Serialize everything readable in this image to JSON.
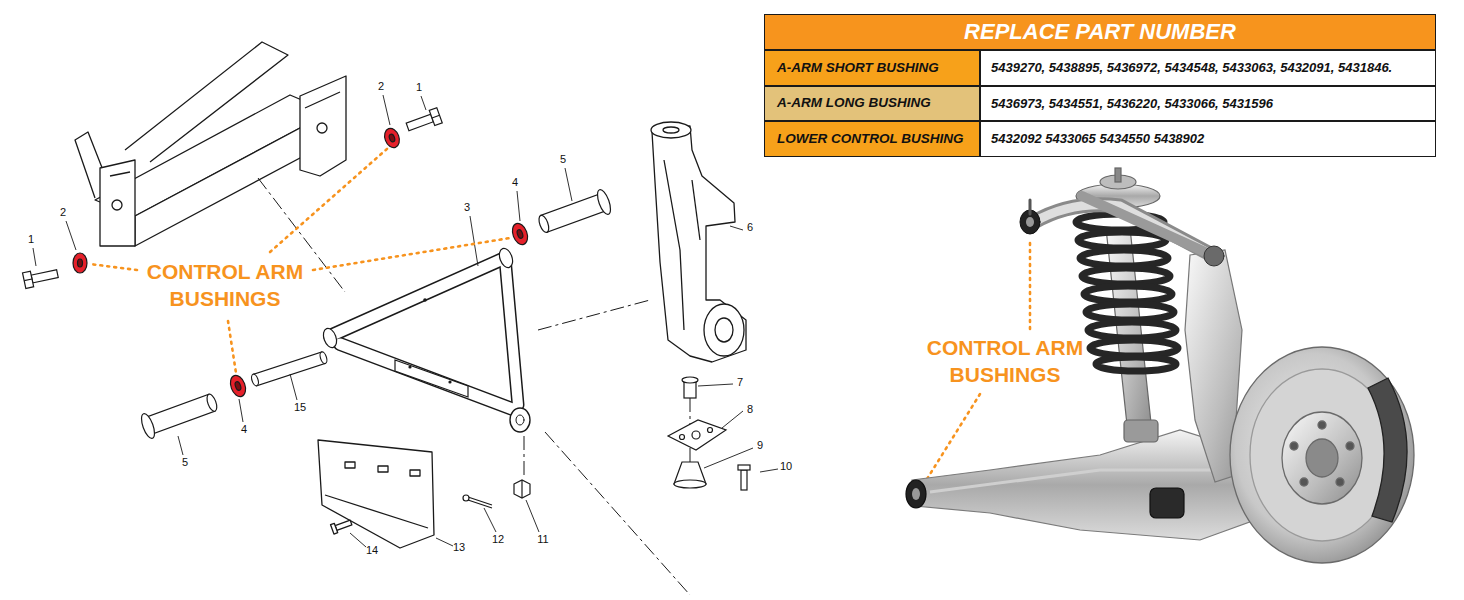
{
  "diagram": {
    "nodes": [
      {
        "text": [
          "REPLACE PART NUMBER"
        ]
      },
      {
        "text": [
          "A-ARM SHORT BUSHING"
        ]
      },
      {
        "text": [
          "5439270, 5438895, 5436972, 5434548, 5433063, 5432091, 5431846."
        ]
      },
      {
        "text": [
          "A-ARM LONG BUSHING"
        ]
      },
      {
        "text": [
          "5436973, 5434551, 5436220, 5433066, 5431596"
        ]
      },
      {
        "text": [
          "LOWER CONTROL BUSHING"
        ]
      },
      {
        "text": [
          "5432092 5433065 5434550 5438902"
        ]
      }
    ],
    "labels": [
      "CONTROL ARM BUSHINGS",
      "CONTROL ARM BUSHINGS",
      "1",
      "2",
      "2",
      "1",
      "3",
      "4",
      "5",
      "6",
      "5",
      "4",
      "15",
      "7",
      "8",
      "9",
      "10",
      "11",
      "12",
      "13",
      "14"
    ]
  }
}
